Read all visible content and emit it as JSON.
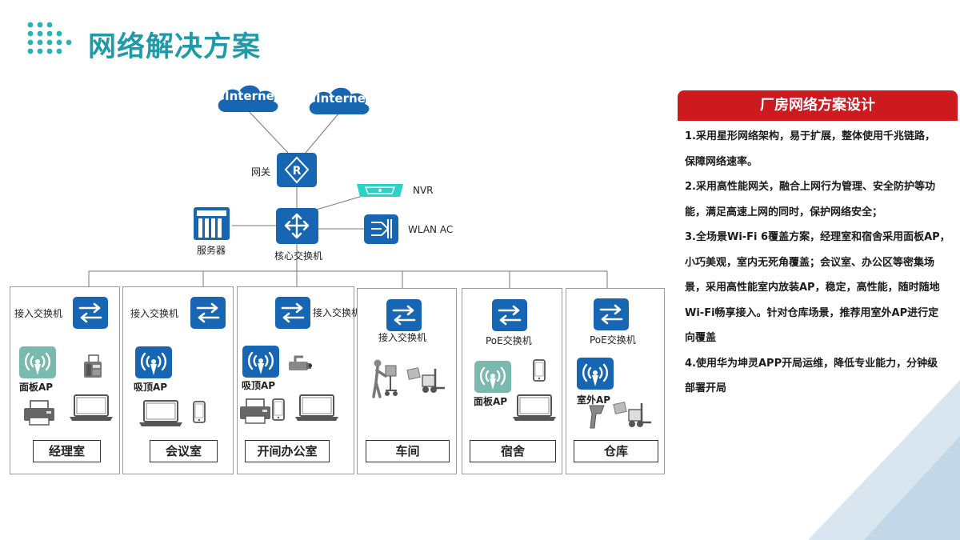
{
  "title": "网络解决方案",
  "colors": {
    "title": "#1f9aa8",
    "device_blue": "#1766b4",
    "ap_green": "#7ab9ae",
    "panel_red": "#cd1a1f"
  },
  "internet_1": "Internet",
  "internet_2": "Internet",
  "gateway_label": "网关",
  "nvr_label": "NVR",
  "server_label": "服务器",
  "core_switch_label": "核心交换机",
  "wlan_ac_label": "WLAN AC",
  "zones": [
    {
      "switch_label": "接入交换机",
      "ap_label": "面板AP",
      "name": "经理室"
    },
    {
      "switch_label": "接入交换机",
      "ap_label": "吸顶AP",
      "name": "会议室"
    },
    {
      "switch_label": "接入交换机",
      "ap_label": "吸顶AP",
      "name": "开间办公室"
    },
    {
      "switch_label": "接入交换机",
      "name": "车间"
    },
    {
      "switch_label": "PoE交换机",
      "ap_label": "面板AP",
      "name": "宿舍"
    },
    {
      "switch_label": "PoE交换机",
      "ap_label": "室外AP",
      "name": "仓库"
    }
  ],
  "panel": {
    "title": "厂房网络方案设计",
    "lines": [
      "1.采用星形网络架构，易于扩展，整体使用千兆链路，",
      "保障网络速率。",
      "2.采用高性能网关，融合上网行为管理、安全防护等功",
      "能，满足高速上网的同时，保护网络安全；",
      "3.全场景Wi-Fi 6覆盖方案，经理室和宿舍采用面板AP，",
      "小巧美观，室内无死角覆盖；会议室、办公区等密集场",
      "景，采用高性能室内放装AP，稳定，高性能，随时随地",
      "Wi-Fi畅享接入。针对仓库场景，推荐用室外AP进行定",
      "向覆盖",
      "4.使用华为坤灵APP开局运维，降低专业能力，分钟级",
      "部署开局"
    ]
  }
}
